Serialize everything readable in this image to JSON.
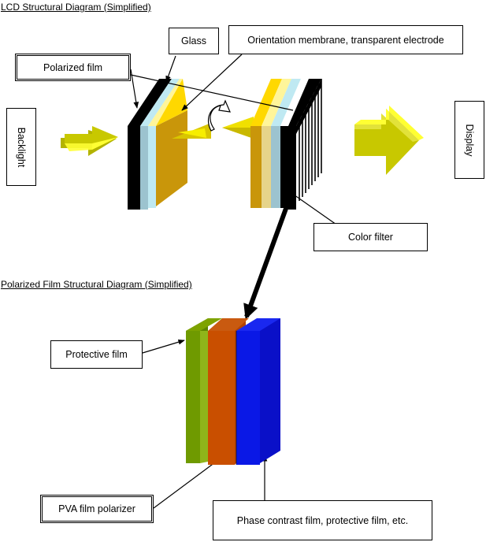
{
  "titles": {
    "lcd": "LCD Structural Diagram (Simplified)",
    "polarized": "Polarized Film Structural Diagram  (Simplified)"
  },
  "labels": {
    "glass": "Glass",
    "orientation": "Orientation membrane, transparent electrode",
    "polarized_film": "Polarized film",
    "backlight": "Backlight",
    "display": "Display",
    "color_filter": "Color filter",
    "protective_film": "Protective film",
    "pva": "PVA film polarizer",
    "phase": "Phase contrast film, protective film, etc."
  },
  "colors": {
    "black_layer": "#000000",
    "glass_blue": "#bfe9f2",
    "polarizer_gray": "#9cc3cf",
    "gold": "#c9960a",
    "yellow": "#ffd800",
    "arrow_olive": "#c8c800",
    "arrow_yellow": "#ffff33",
    "green_film": "#6f9a00",
    "orange_film": "#c94f00",
    "blue_film": "#0a18e6"
  }
}
